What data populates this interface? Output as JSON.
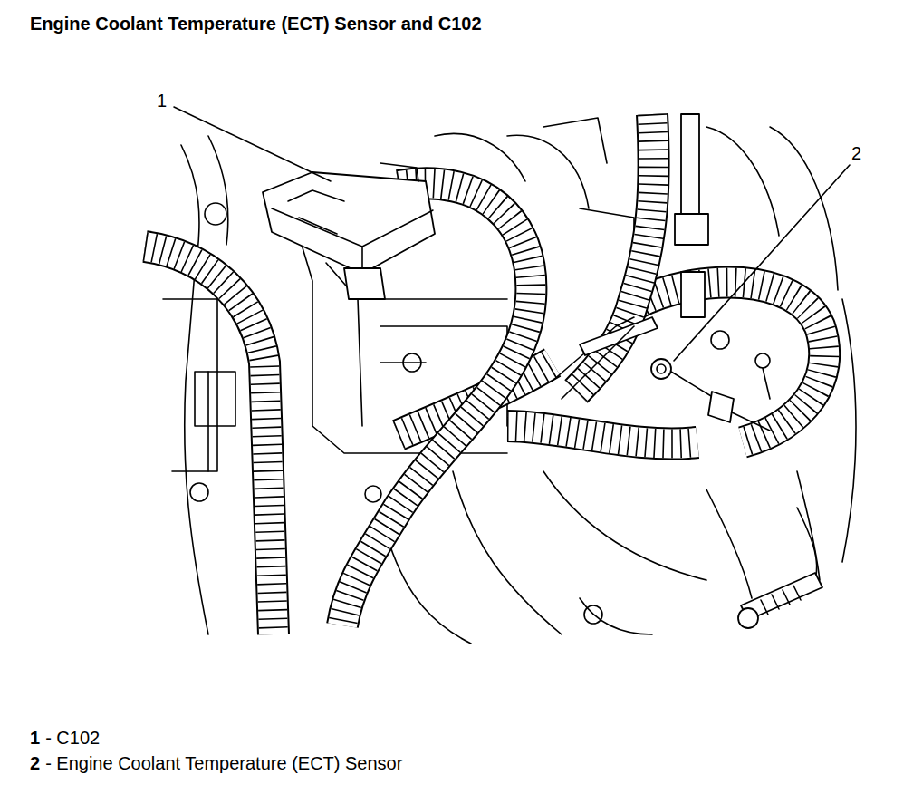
{
  "diagram": {
    "title": "Engine Coolant Temperature (ECT) Sensor and C102",
    "labels": [
      "1",
      "2",
      "1",
      "- C102",
      "2",
      "- Engine Coolant Temperature (ECT) Sensor"
    ]
  }
}
